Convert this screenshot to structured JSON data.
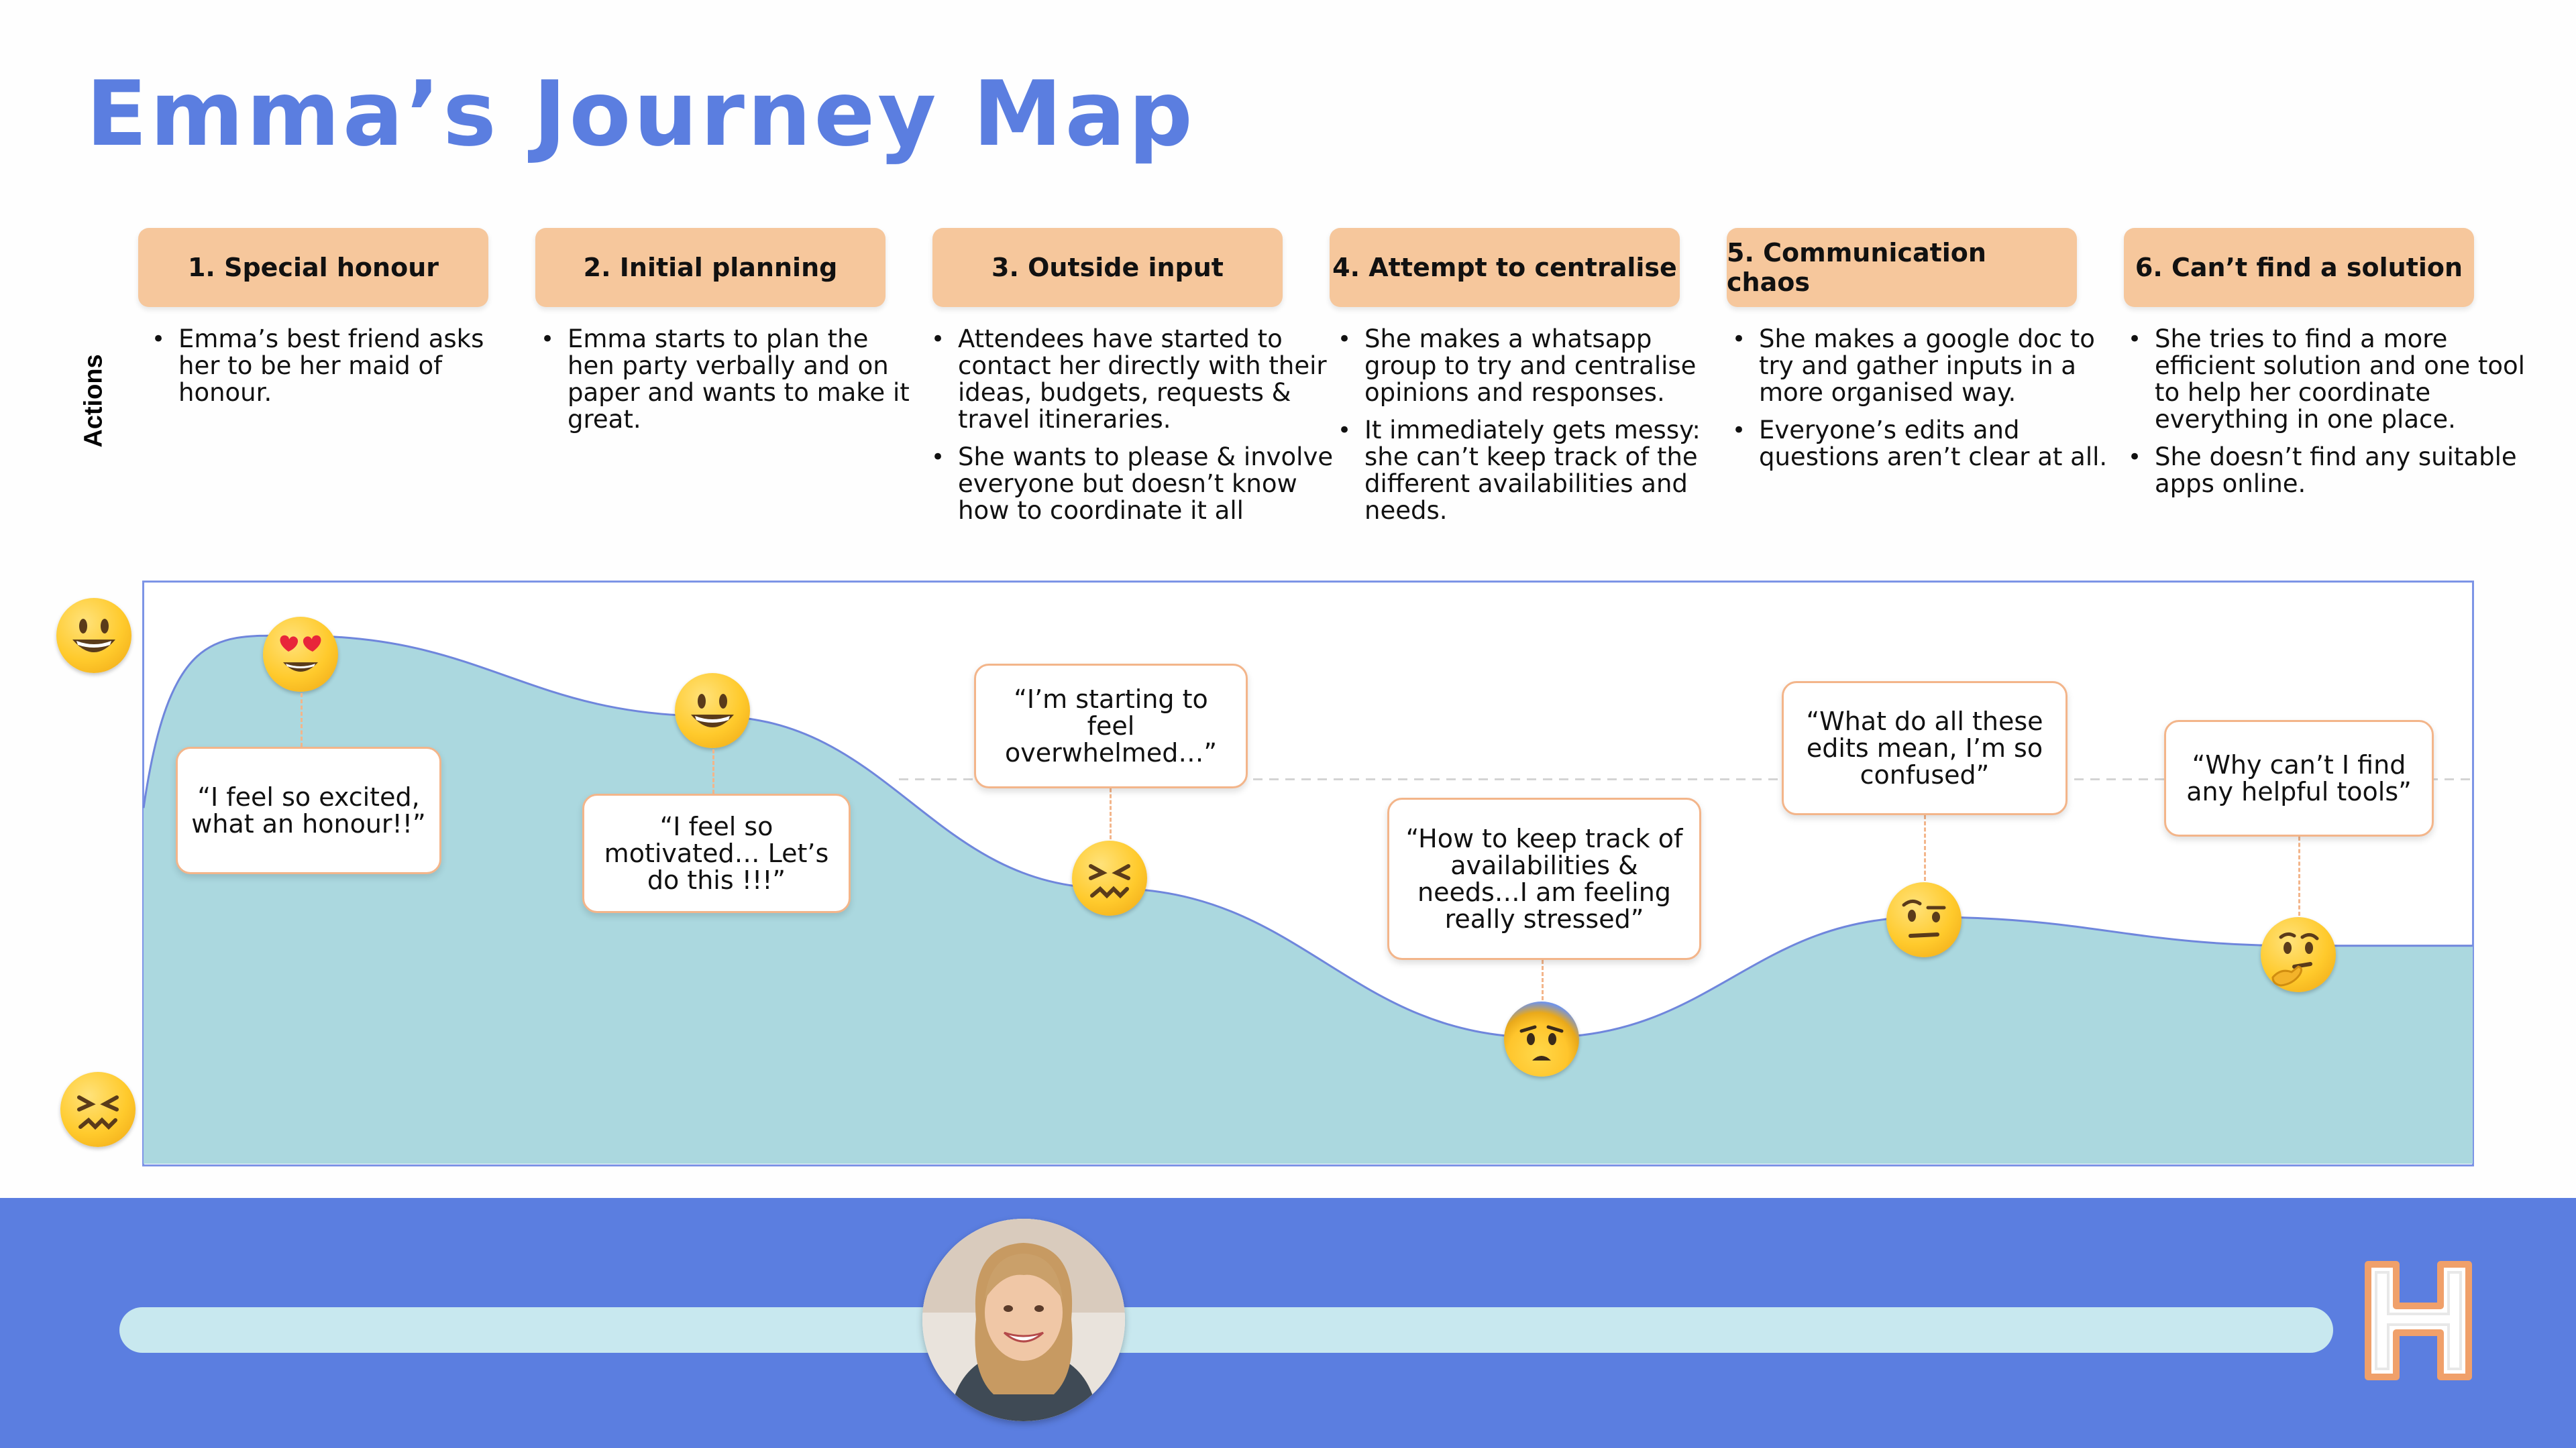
{
  "title": "Emma’s Journey Map",
  "actions_label": "Actions",
  "stages": [
    {
      "label": "1. Special honour",
      "actions": [
        "Emma’s best friend asks her to be her maid of honour."
      ]
    },
    {
      "label": "2. Initial planning",
      "actions": [
        "Emma starts to plan the hen party verbally and on paper and wants to make it great."
      ]
    },
    {
      "label": "3. Outside input",
      "actions": [
        "Attendees have started to contact her directly with their ideas, budgets, requests & travel itineraries.",
        "She wants to please & involve everyone but doesn’t know how to coordinate it all"
      ]
    },
    {
      "label": "4. Attempt to centralise",
      "actions": [
        "She makes a whatsapp group to try and centralise opinions and responses.",
        "It immediately gets messy: she can’t keep track of the different availabilities and needs."
      ]
    },
    {
      "label": "5. Communication chaos",
      "actions": [
        "She makes a google doc to try and gather inputs in a more organised way.",
        "Everyone’s edits and questions aren’t clear at all."
      ]
    },
    {
      "label": "6. Can’t find a solution",
      "actions": [
        "She tries to find a more efficient solution and one tool to help her coordinate everything in one place.",
        "She doesn’t find any suitable apps online."
      ]
    }
  ],
  "chart_data": {
    "type": "area",
    "x": [
      1,
      2,
      3,
      4,
      5,
      6
    ],
    "series": [
      {
        "values": [
          0.92,
          0.78,
          0.48,
          0.22,
          0.43,
          0.38
        ]
      }
    ],
    "ylim": [
      0,
      1
    ],
    "y_scale_icons": {
      "top": "grinning-face-icon",
      "bottom": "confounded-face-icon"
    },
    "area_color": "#abd8df",
    "reference_line": 0.67,
    "quotes": [
      "“I feel so excited, what an honour!!”",
      "“I feel so motivated… Let’s do this !!!”",
      "“I’m starting to feel overwhelmed…”",
      "“How to keep track of availabilities & needs…I am feeling really stressed”",
      "“What do all these edits mean, I’m so confused”",
      "“Why can’t I find any helpful tools”"
    ],
    "emotions": [
      "heart-eyes-face-icon",
      "grinning-face-icon",
      "confounded-face-icon",
      "anxious-face-icon",
      "raised-eyebrow-face-icon",
      "thinking-face-icon"
    ]
  },
  "colors": {
    "accent": "#5b7ee0",
    "stage_header": "#f6c79c",
    "quote_border": "#f3b58a",
    "area": "#abd8df",
    "progress_track": "#c8e8ef"
  },
  "footer": {
    "progress_icon": "avatar-photo",
    "logo_icon": "h-logo-icon"
  }
}
